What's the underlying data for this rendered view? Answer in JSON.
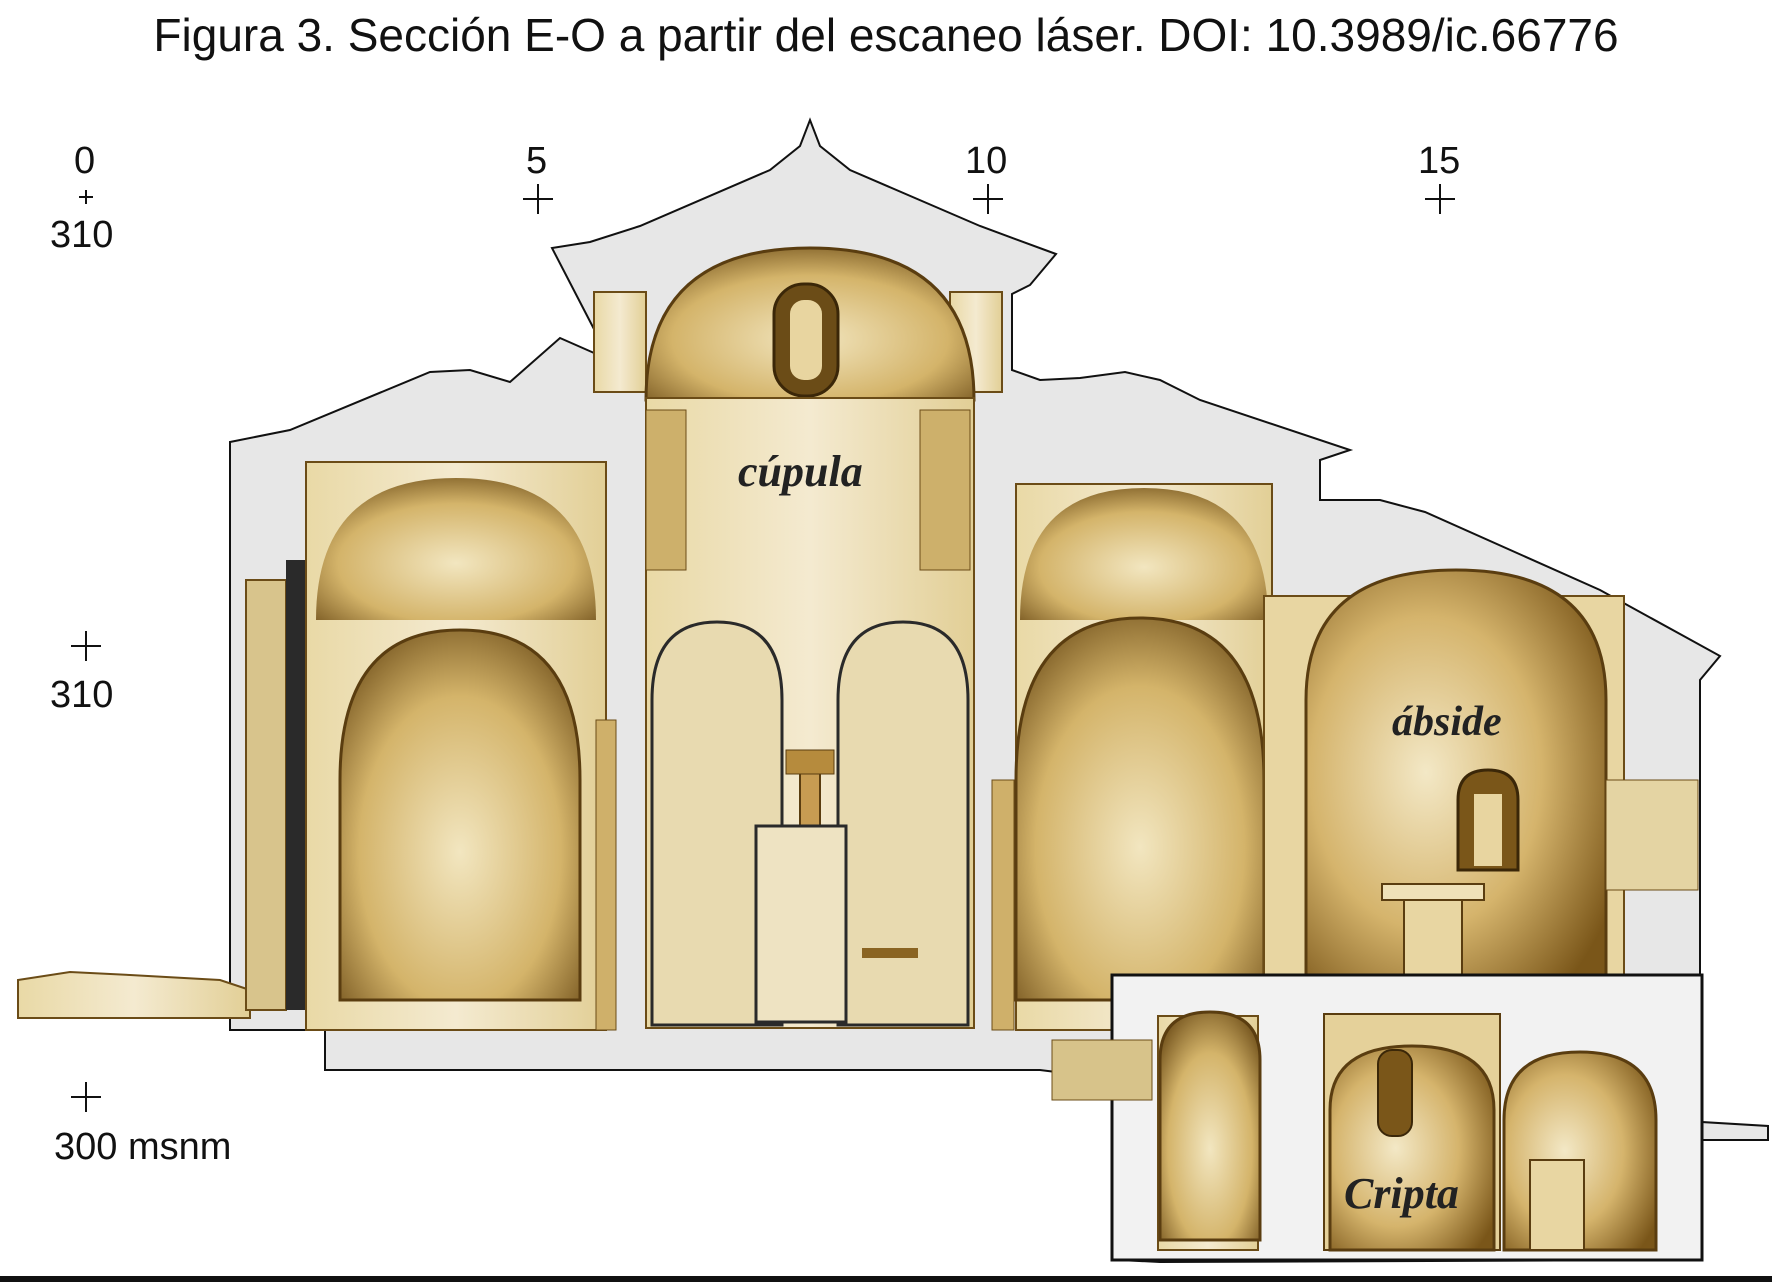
{
  "title": "Figura 3. Sección E-O a partir del escaneo láser. DOI: 10.3989/ic.66776",
  "horizontal_scale": [
    "0",
    "5",
    "10",
    "15"
  ],
  "vertical_scale": [
    "310",
    "310",
    "300 msnm"
  ],
  "labels": {
    "cupula": "cúpula",
    "abside": "ábside",
    "cripta": "Cripta"
  },
  "colors": {
    "stone_light": "#efe2b4",
    "stone_mid": "#c9a85e",
    "stone_dark": "#6b4c17",
    "section_grey": "#e6e6e6",
    "outline": "#111111"
  }
}
